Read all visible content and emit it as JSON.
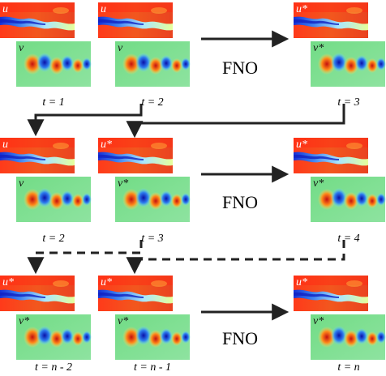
{
  "colors": {
    "u_background": "#e24a1f",
    "u_band": "#9fd2ff",
    "v_background": "#7fe084",
    "arrow": "#222222"
  },
  "operator_label": "FNO",
  "field_labels": {
    "u": "u",
    "v": "v",
    "u_star": "u*",
    "v_star": "v*"
  },
  "rows": [
    {
      "inputs": [
        {
          "u": "u",
          "v": "v",
          "time": "t = 1"
        },
        {
          "u": "u",
          "v": "v",
          "time": "t = 2"
        }
      ],
      "output": {
        "u": "u*",
        "v": "v*",
        "time": "t = 3"
      },
      "operator": "FNO"
    },
    {
      "inputs": [
        {
          "u": "u",
          "v": "v",
          "time": "t = 2"
        },
        {
          "u": "u*",
          "v": "v*",
          "time": "t = 3"
        }
      ],
      "output": {
        "u": "u*",
        "v": "v*",
        "time": "t = 4"
      },
      "operator": "FNO"
    },
    {
      "inputs": [
        {
          "u": "u*",
          "v": "v*",
          "time": "t = n - 2"
        },
        {
          "u": "u*",
          "v": "v*",
          "time": "t = n - 1"
        }
      ],
      "output": {
        "u": "u*",
        "v": "v*",
        "time": "t = n"
      },
      "operator": "FNO"
    }
  ]
}
